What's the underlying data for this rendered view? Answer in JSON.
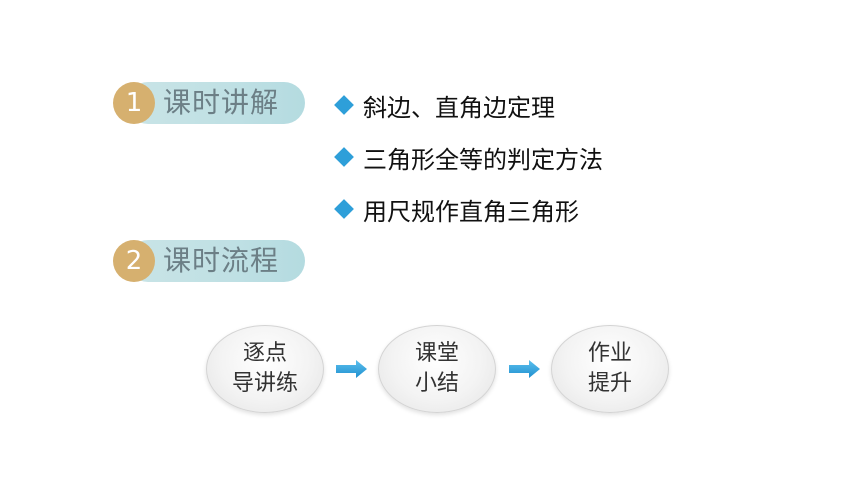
{
  "sections": [
    {
      "number": "1",
      "title": "课时讲解"
    },
    {
      "number": "2",
      "title": "课时流程"
    }
  ],
  "topics": [
    "斜边、直角边定理",
    "三角形全等的判定方法",
    "用尺规作直角三角形"
  ],
  "flow": [
    {
      "line1": "逐点",
      "line2": "导讲练"
    },
    {
      "line1": "课堂",
      "line2": "小结"
    },
    {
      "line1": "作业",
      "line2": "提升"
    }
  ],
  "colors": {
    "number_circle": "#d6b06f",
    "pill": "#bfe0e4",
    "bullet": "#2e9fd9",
    "arrow": "#2e9fd9"
  }
}
